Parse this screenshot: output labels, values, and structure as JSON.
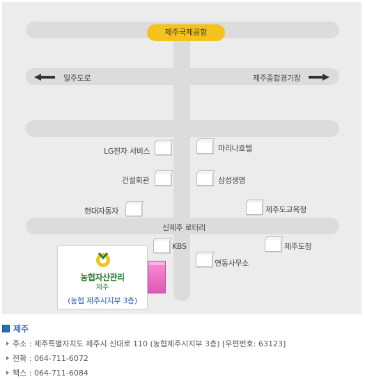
{
  "map": {
    "airport": "제주국제공항",
    "road_left": "일주도로",
    "road_right": "제주종합경기장",
    "rotary": "신제주 로터리",
    "landmarks": {
      "lg": "LG전자 서비스",
      "marina": "마리나호텔",
      "construction": "건설회관",
      "samsung": "삼성생명",
      "hyundai": "현대자동차",
      "education": "제주도교육청",
      "kbs": "KBS",
      "dochung": "제주도청",
      "yeondong": "연동사무소"
    },
    "office": {
      "title": "농협자산관리",
      "sub": "제주",
      "note": "(농협 제주시지부 3층)"
    }
  },
  "info": {
    "title": "제주",
    "address": "주소 : 제주특별자치도 제주시 신대로 110 (농협제주시지부 3층) [우편번호: 63123]",
    "phone": "전화 : 064-711-6072",
    "fax": "팩스 : 064-711-6084"
  },
  "colors": {
    "road": "#dcdcdc",
    "airport": "#f4c21c",
    "accent": "#2a6fb5",
    "office_pin": "#e056b8"
  }
}
